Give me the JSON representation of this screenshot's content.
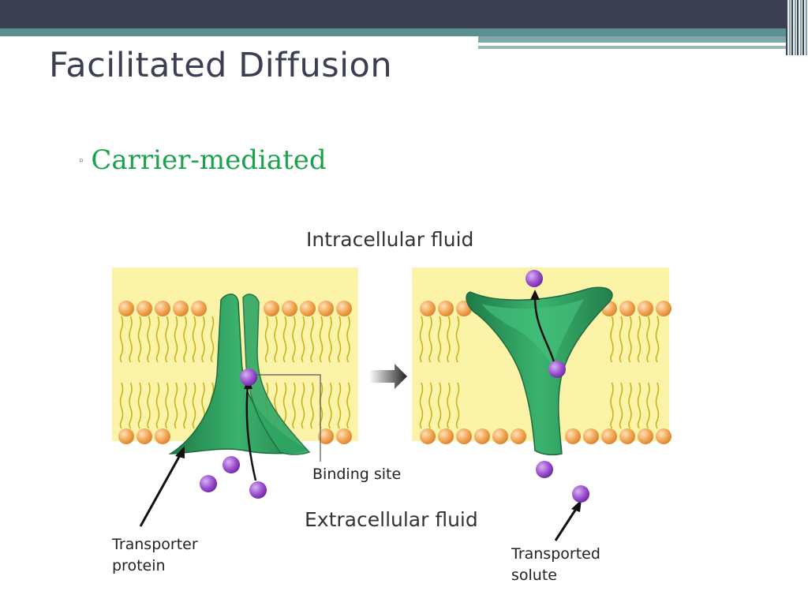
{
  "slide": {
    "title": "Facilitated Diffusion",
    "bullet": "Carrier-mediated"
  },
  "figure": {
    "label_intracellular": "Intracellular fluid",
    "label_extracellular": "Extracellular fluid",
    "label_binding_site": "Binding site",
    "label_transporter_line1": "Transporter",
    "label_transporter_line2": "protein",
    "label_solute_line1": "Transported",
    "label_solute_line2": "solute"
  },
  "colors": {
    "title": "#3c3f52",
    "bullet_text": "#1aa34a",
    "header_bar": "#3c3f52",
    "header_teal": "#5b8f92",
    "protein": "#2e9c5e",
    "solute": "#8a3fc2",
    "lipid_head": "#f2a552",
    "lipid_tail": "#c9b21a",
    "membrane_bg": "#fbf3a8"
  }
}
